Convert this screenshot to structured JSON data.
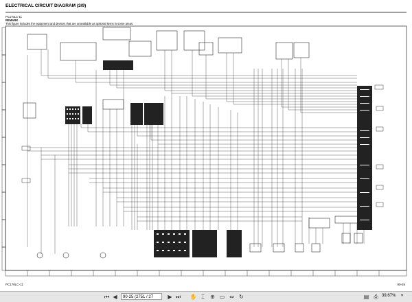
{
  "document": {
    "title": "ELECTRICAL CIRCUIT DIAGRAM (3/9)",
    "model": "PC170LC-11",
    "remark_label": "REMARK",
    "remark_text": "This figure includes the equipment and devices that are unavailable as optional items in some areas.",
    "footer_left": "PC170LC-11",
    "footer_right": "90-25"
  },
  "toolbar": {
    "first_icon": "first-page-icon",
    "prev_icon": "previous-page-icon",
    "page_value": "90-25 (2751 / 27",
    "page_total": "",
    "next_icon": "next-page-icon",
    "last_icon": "last-page-icon",
    "zoom": "39,67%",
    "tool_icons": [
      "hand-tool-icon",
      "select-tool-icon",
      "zoom-tool-icon",
      "fit-page-icon",
      "fit-width-icon",
      "rotate-icon",
      "save-icon",
      "print-icon"
    ]
  },
  "colors": {
    "wire": "#1a1a1a",
    "background": "#ffffff",
    "toolbar": "#e6e6e6",
    "viewer_bg": "#6e6e6e"
  }
}
